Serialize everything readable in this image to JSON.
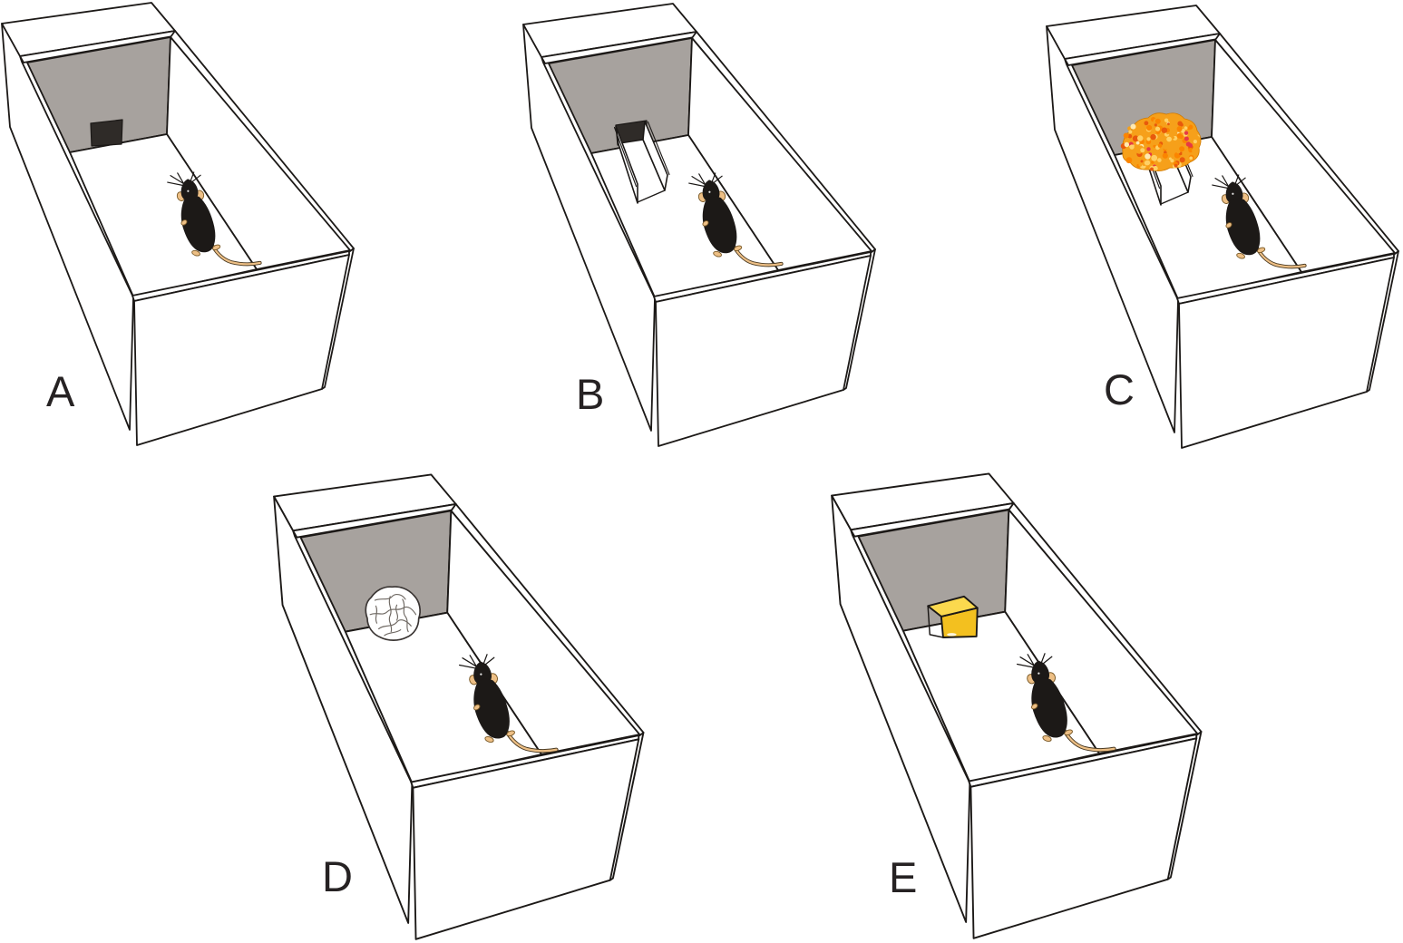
{
  "figure": {
    "panels": [
      {
        "id": "a",
        "label": "A",
        "object": "dark-doorway"
      },
      {
        "id": "b",
        "label": "B",
        "object": "open-tunnel"
      },
      {
        "id": "c",
        "label": "C",
        "object": "seed-covered-tunnel"
      },
      {
        "id": "d",
        "label": "D",
        "object": "crumpled-paper-ball"
      },
      {
        "id": "e",
        "label": "E",
        "object": "yellow-block"
      }
    ],
    "animal": "black-mouse",
    "colors": {
      "background": "#ffffff",
      "outline": "#1c1917",
      "wall_gray": "#a7a29e",
      "door_dark": "#2f2b28",
      "seed_base": "#f6a01a",
      "seed_accent1": "#fb8500",
      "seed_accent2": "#ffd166",
      "seed_accent3": "#e8590c",
      "seed_accent4": "#e63946",
      "seed_cream": "#ffe9b0",
      "block_top": "#fbd94e",
      "block_front": "#f3c01f",
      "mouse_black": "#1c1917",
      "mouse_tan": "#edbf85"
    }
  }
}
